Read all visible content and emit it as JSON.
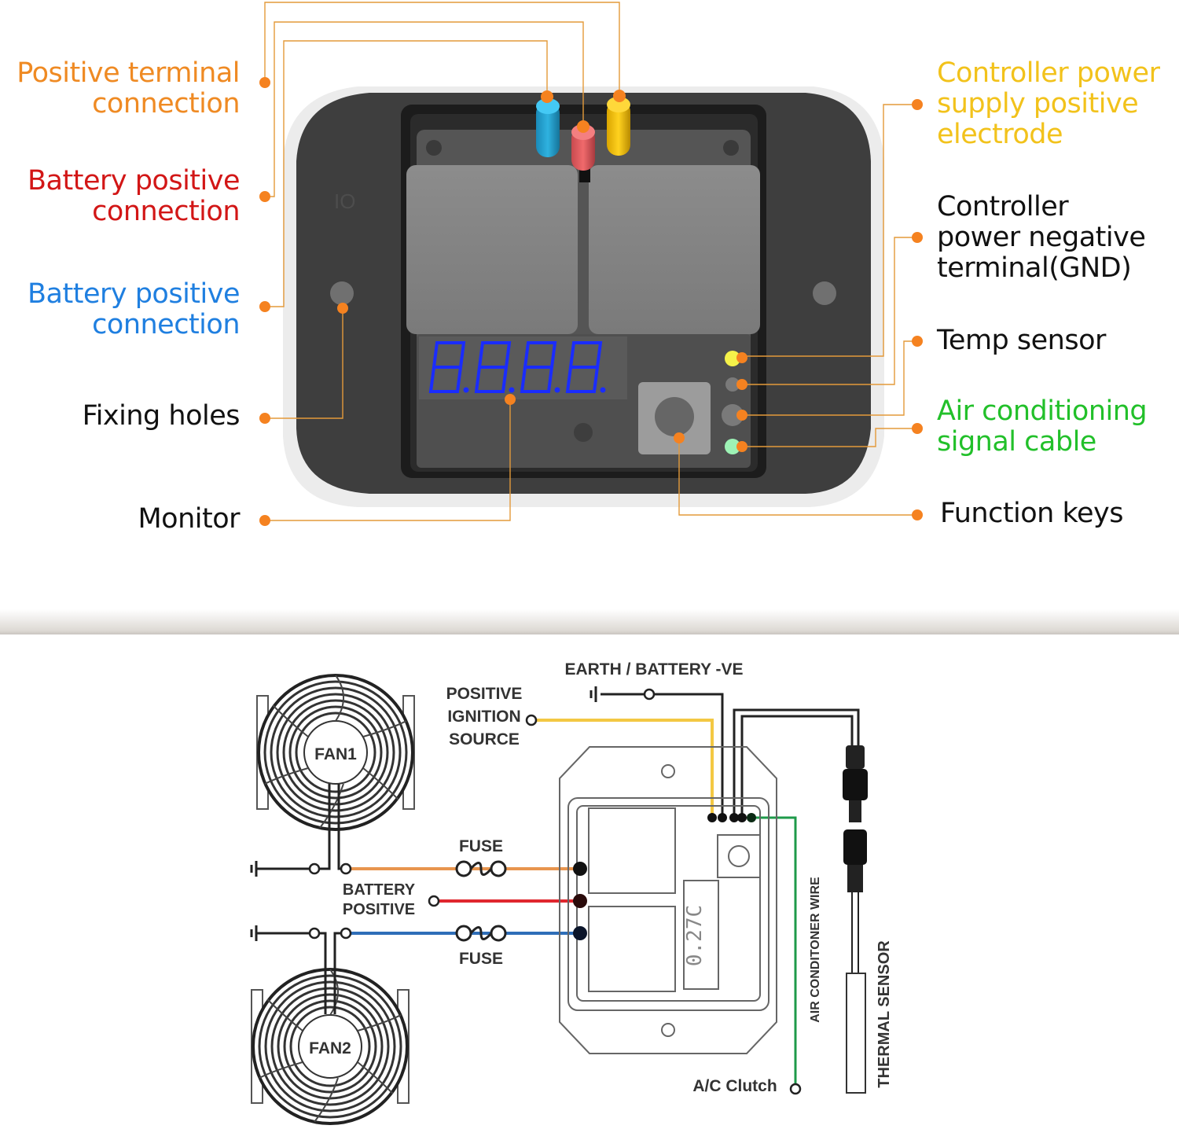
{
  "colors": {
    "callout_orange": "#f58220",
    "orange_label": "#ef8a23",
    "red_label": "#d21616",
    "blue_label": "#1f7fe0",
    "yellow_label": "#f2c21b",
    "green_label": "#22c02a",
    "black_label": "#111111",
    "display_blue": "#1a2cff",
    "wire_orange": "#e8954e",
    "wire_red": "#e0262e",
    "wire_blue": "#2e6eb8",
    "wire_yellow": "#f3c843",
    "wire_green": "#1e9a4a"
  },
  "top_panel": {
    "left_labels": [
      {
        "line1": "Positive terminal",
        "line2": "connection",
        "color": "#ef8a23"
      },
      {
        "line1": "Battery positive",
        "line2": "connection",
        "color": "#d21616"
      },
      {
        "line1": "Battery positive",
        "line2": "connection",
        "color": "#1f7fe0"
      },
      {
        "line1": "Fixing holes",
        "line2": "",
        "color": "#111111"
      },
      {
        "line1": "Monitor",
        "line2": "",
        "color": "#111111"
      }
    ],
    "right_labels": [
      {
        "line1": "Controller power",
        "line2": "supply positive",
        "line3": "electrode",
        "color": "#f2c21b"
      },
      {
        "line1": "Controller",
        "line2": "power negative",
        "line3": "terminal(GND)",
        "color": "#111111"
      },
      {
        "line1": "Temp sensor",
        "line2": "",
        "line3": "",
        "color": "#111111"
      },
      {
        "line1": "Air conditioning",
        "line2": "signal cable",
        "line3": "",
        "color": "#22c02a"
      },
      {
        "line1": "Function keys",
        "line2": "",
        "line3": "",
        "color": "#111111"
      }
    ],
    "device": {
      "display_digits": "8.8.8.8.",
      "terminal_posts": [
        "blue",
        "red",
        "yellow"
      ],
      "indicator_pins": [
        "yellow",
        "gray",
        "gray",
        "green"
      ]
    }
  },
  "wiring_diagram": {
    "earth_label": "EARTH / BATTERY -VE",
    "ignition_label": [
      "POSITIVE",
      "IGNITION",
      "SOURCE"
    ],
    "fan1_label": "FAN1",
    "fan2_label": "FAN2",
    "fuse_top_label": "FUSE",
    "fuse_bottom_label": "FUSE",
    "battery_positive_label": [
      "BATTERY",
      "POSITIVE"
    ],
    "ac_wire_label": "AIR CONDITONER WIRE",
    "thermal_sensor_label": "THERMAL SENSOR",
    "ac_clutch_label": "A/C Clutch",
    "lcd_reading": "0.27C"
  }
}
